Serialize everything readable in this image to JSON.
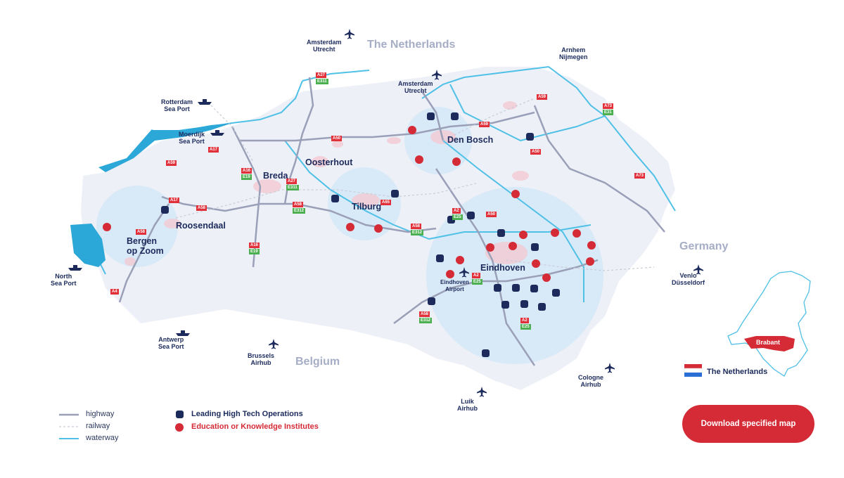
{
  "colors": {
    "highway": "#9aa0b8",
    "railway": "#c9cbd6",
    "waterway": "#4fc0e6",
    "leading_marker": "#1c2b5c",
    "education_marker": "#d52b36",
    "region_fill": "#eef0f8",
    "circle_fill": "#cfe6f7",
    "button": "#d52b36"
  },
  "countries": {
    "netherlands": "The Netherlands",
    "germany": "Germany",
    "belgium": "Belgium"
  },
  "cities": {
    "den_bosch": "Den Bosch",
    "oosterhout": "Oosterhout",
    "breda": "Breda",
    "tilburg": "Tilburg",
    "roosendaal": "Roosendaal",
    "bergen_op_zoom_1": "Bergen",
    "bergen_op_zoom_2": "op Zoom",
    "eindhoven": "Eindhoven"
  },
  "hubs": {
    "amsterdam_utrecht_top": [
      "Amsterdam",
      "Utrecht"
    ],
    "amsterdam_utrecht_mid": [
      "Amsterdam",
      "Utrecht"
    ],
    "arnhem_nijmegen": [
      "Arnhem",
      "Nijmegen"
    ],
    "rotterdam_port": [
      "Rotterdam",
      "Sea Port"
    ],
    "moerdijk_port": [
      "Moerdijk",
      "Sea Port"
    ],
    "north_sea_port": [
      "North",
      "Sea Port"
    ],
    "antwerp_port": [
      "Antwerp",
      "Sea Port"
    ],
    "brussels_airhub": [
      "Brussels",
      "Airhub"
    ],
    "eindhoven_airport": [
      "Eindhoven",
      "Airport"
    ],
    "venlo_dusseldorf": [
      "Venlo",
      "Düsseldorf"
    ],
    "cologne_airhub": [
      "Cologne",
      "Airhub"
    ],
    "luik_airhub": [
      "Luik",
      "Airhub"
    ]
  },
  "road_shields": [
    {
      "text": "A27",
      "color": "red"
    },
    {
      "text": "E311",
      "color": "green"
    },
    {
      "text": "A59",
      "color": "red"
    },
    {
      "text": "A17",
      "color": "red"
    },
    {
      "text": "A59",
      "color": "red"
    },
    {
      "text": "A16",
      "color": "red"
    },
    {
      "text": "E19",
      "color": "green"
    },
    {
      "text": "A27",
      "color": "red"
    },
    {
      "text": "E311",
      "color": "green"
    },
    {
      "text": "A17",
      "color": "red"
    },
    {
      "text": "A58",
      "color": "red"
    },
    {
      "text": "A58",
      "color": "red"
    },
    {
      "text": "E312",
      "color": "green"
    },
    {
      "text": "A58",
      "color": "red"
    },
    {
      "text": "A16",
      "color": "red"
    },
    {
      "text": "E19",
      "color": "green"
    },
    {
      "text": "A4",
      "color": "red"
    },
    {
      "text": "A65",
      "color": "red"
    },
    {
      "text": "A58",
      "color": "red"
    },
    {
      "text": "E312",
      "color": "green"
    },
    {
      "text": "A2",
      "color": "red"
    },
    {
      "text": "E25",
      "color": "green"
    },
    {
      "text": "A50",
      "color": "red"
    },
    {
      "text": "A2",
      "color": "red"
    },
    {
      "text": "E25",
      "color": "green"
    },
    {
      "text": "A58",
      "color": "red"
    },
    {
      "text": "E312",
      "color": "green"
    },
    {
      "text": "A2",
      "color": "red"
    },
    {
      "text": "E25",
      "color": "green"
    },
    {
      "text": "A59",
      "color": "red"
    },
    {
      "text": "A50",
      "color": "red"
    },
    {
      "text": "A50",
      "color": "red"
    },
    {
      "text": "A73",
      "color": "red"
    },
    {
      "text": "E31",
      "color": "green"
    },
    {
      "text": "A73",
      "color": "red"
    }
  ],
  "legend": {
    "highway": "highway",
    "railway": "railway",
    "waterway": "waterway",
    "leading": "Leading High Tech Operations",
    "education": "Education or Knowledge Institutes"
  },
  "inset": {
    "region_label": "Brabant",
    "country_label": "The Netherlands"
  },
  "button": {
    "label": "Download specified map"
  }
}
